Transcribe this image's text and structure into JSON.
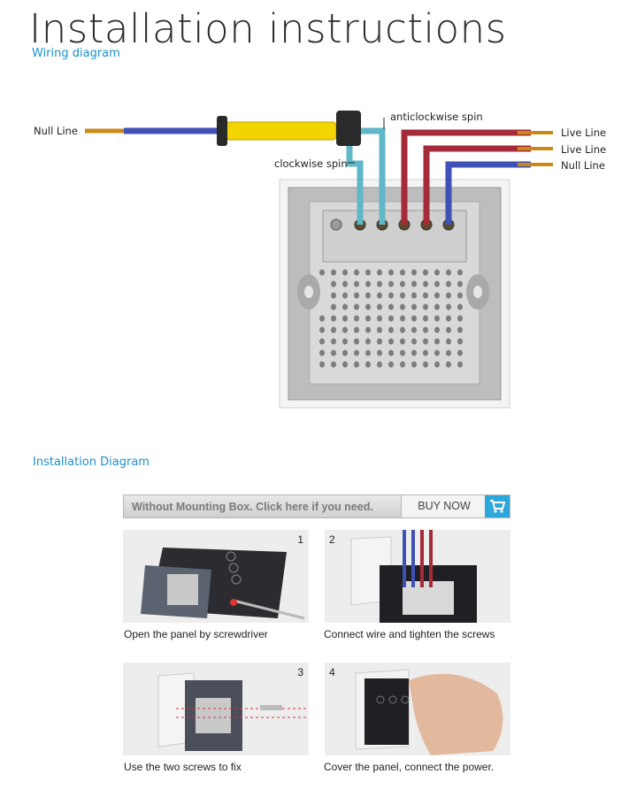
{
  "header": {
    "title": "Installation instructions",
    "subtitle": "Wiring diagram"
  },
  "wiring": {
    "null_line_left": "Null Line",
    "clockwise": "clockwise spin",
    "anticlockwise": "anticlockwise spin",
    "live_line_1": "Live Line",
    "live_line_2": "Live Line",
    "null_line_right": "Null Line"
  },
  "installation": {
    "heading": "Installation Diagram",
    "banner_text": "Without Mounting Box. Click here if you need.",
    "buy_now": "BUY NOW"
  },
  "steps": [
    {
      "number": "1",
      "caption": "Open the panel by screwdriver"
    },
    {
      "number": "2",
      "caption": "Connect wire and tighten the screws"
    },
    {
      "number": "3",
      "caption": "Use the two screws to fix"
    },
    {
      "number": "4",
      "caption": "Cover the panel, connect the power."
    }
  ],
  "colors": {
    "accent_blue": "#1b8fd0",
    "wire_blue": "#3f51b5",
    "wire_red": "#a52a3a",
    "wire_cyan": "#5fb7c7",
    "wire_yellow": "#f2d400",
    "cart_blue": "#2ea7dd"
  }
}
